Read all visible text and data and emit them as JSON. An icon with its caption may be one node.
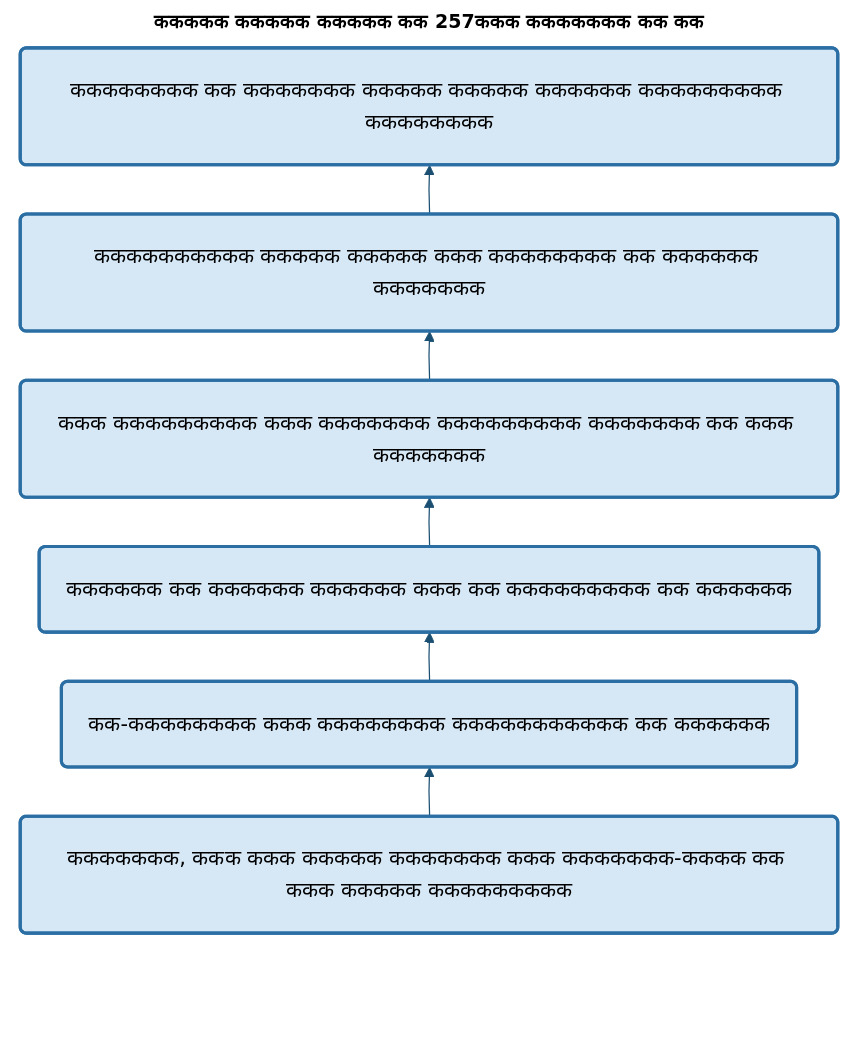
{
  "diagram": {
    "title": "ककककक ककककक ककककक कक 257ककक ककककककक कक कक",
    "nodes": [
      {
        "text": [
          "कककककककक कक ककककककक ककककक ककककक कककककक ककककककककक कककककककक"
        ]
      },
      {
        "text": [
          "कककककककककक ककककक ककककक ककक कककककककक कक कककककक ककककककक"
        ]
      },
      {
        "text": [
          "ककक ककककककककक ककक ककककककक ककककककककक ककककककक कक ककक ककककककक"
        ]
      },
      {
        "text": [
          "कककककक कक कककककक कककककक ककक कक ककककककककक कक कककककक"
        ]
      },
      {
        "text": [
          "कक-कककककककक ककक कककककककक ककककककककककक कक कककककक"
        ]
      },
      {
        "text": [
          "ककककककक, ककक ककक ककककक ककककककक ककक ककककककक-कककक कक ककक ककककक ककककककककक"
        ]
      }
    ],
    "edges": [
      {
        "from": 1,
        "to": 0,
        "arrow": "to"
      },
      {
        "from": 2,
        "to": 1,
        "arrow": "to"
      },
      {
        "from": 3,
        "to": 2,
        "arrow": "to"
      },
      {
        "from": 4,
        "to": 3,
        "arrow": "to"
      },
      {
        "from": 5,
        "to": 4,
        "arrow": "to"
      }
    ]
  }
}
